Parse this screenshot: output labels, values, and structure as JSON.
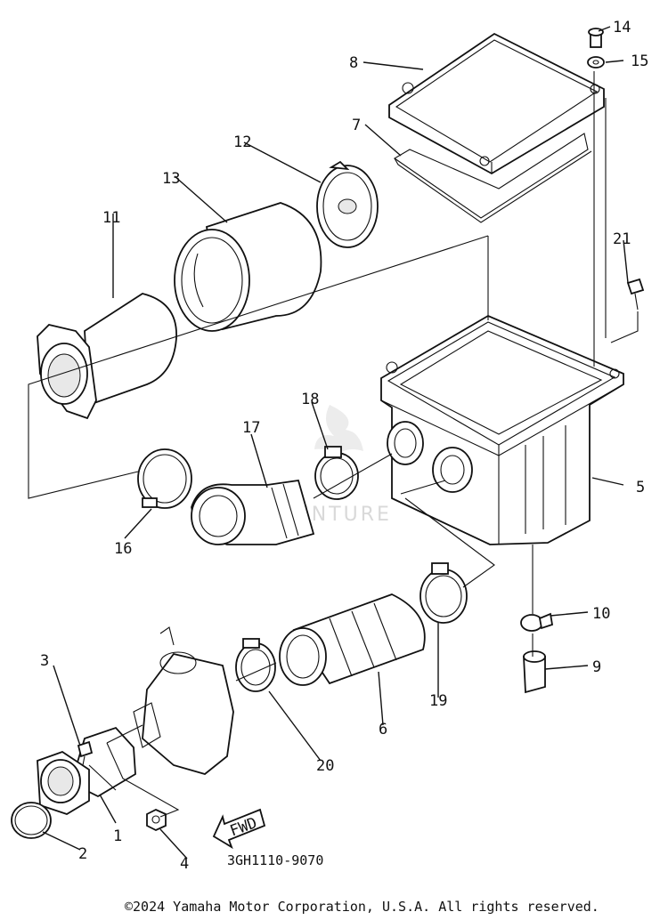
{
  "diagram": {
    "drawing_code": "3GH1110-9070",
    "fwd_label": "FWD",
    "watermark": "LEADVENTURE",
    "part_labels": {
      "p1": "1",
      "p2": "2",
      "p3": "3",
      "p4": "4",
      "p5": "5",
      "p6": "6",
      "p7": "7",
      "p8": "8",
      "p9": "9",
      "p10": "10",
      "p11": "11",
      "p12": "12",
      "p13": "13",
      "p14": "14",
      "p15": "15",
      "p16": "16",
      "p17": "17",
      "p18": "18",
      "p19": "19",
      "p20": "20",
      "p21": "21"
    }
  },
  "footer": {
    "copyright": "©2024 Yamaha Motor Corporation, U.S.A. All rights reserved."
  }
}
